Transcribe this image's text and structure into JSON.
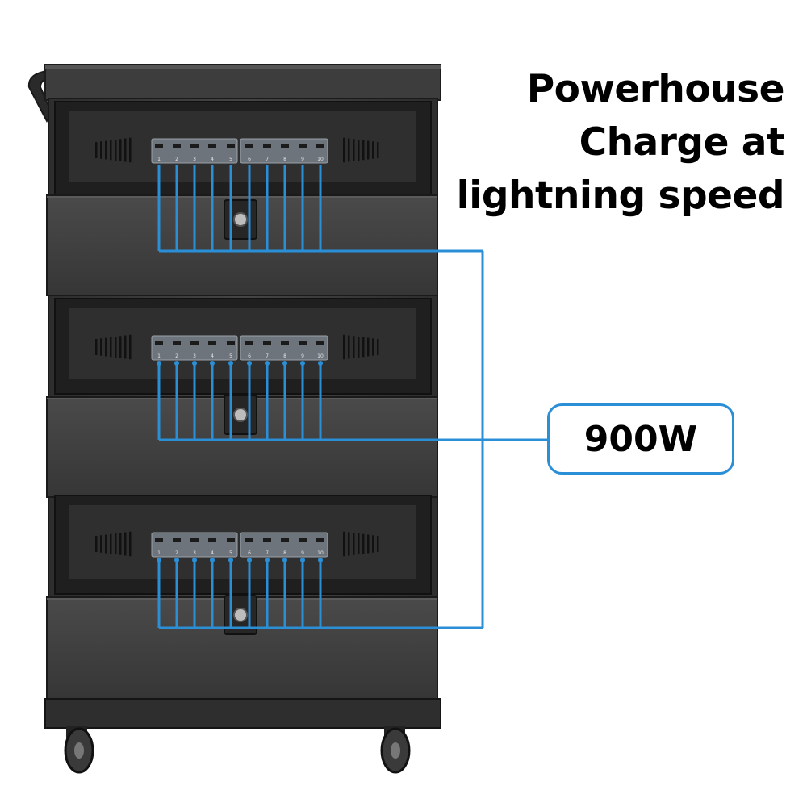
{
  "headline": {
    "line1": "Powerhouse",
    "line2": "Charge at",
    "line3": "lightning speed"
  },
  "badge": {
    "text": "900W"
  },
  "port_labels": [
    "1",
    "2",
    "3",
    "4",
    "5",
    "6",
    "7",
    "8",
    "9",
    "10"
  ],
  "colors": {
    "cabinet": "#3b3b3b",
    "cabinet_dark": "#1e1e1e",
    "connector_line": "#2a8fd6",
    "text": "#000000"
  }
}
